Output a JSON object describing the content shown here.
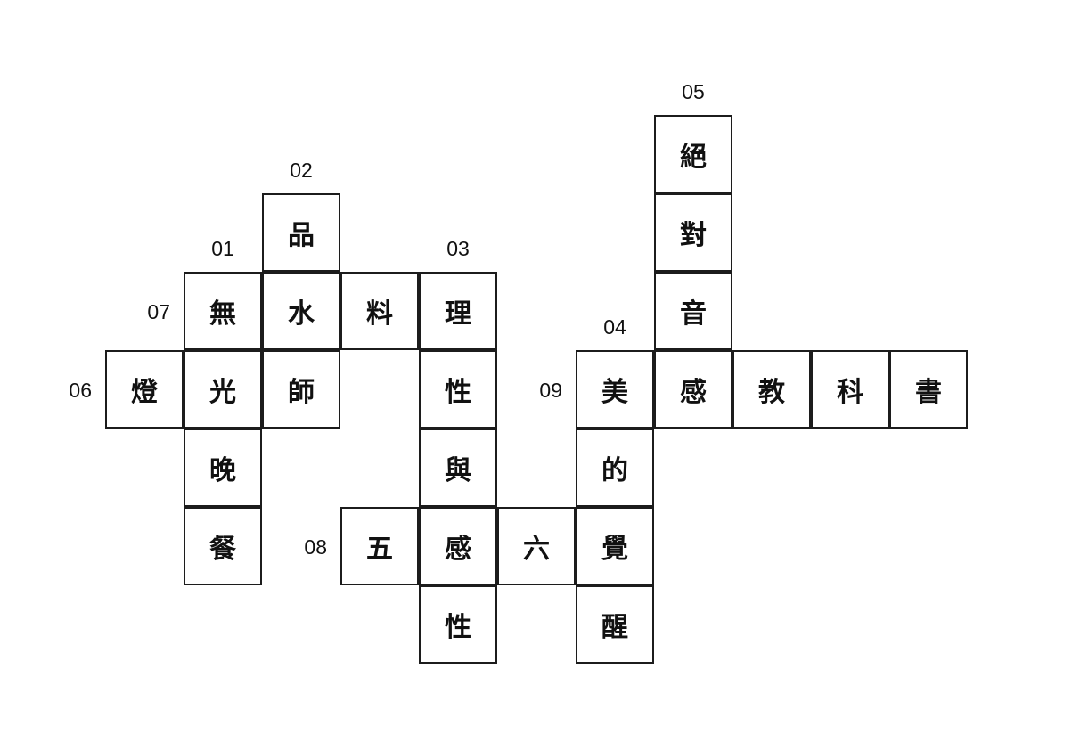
{
  "puzzle": {
    "cells": [
      {
        "r": 0,
        "c": 7,
        "ch": "絕"
      },
      {
        "r": 1,
        "c": 2,
        "ch": "品"
      },
      {
        "r": 1,
        "c": 7,
        "ch": "對"
      },
      {
        "r": 2,
        "c": 1,
        "ch": "無"
      },
      {
        "r": 2,
        "c": 2,
        "ch": "水"
      },
      {
        "r": 2,
        "c": 3,
        "ch": "料"
      },
      {
        "r": 2,
        "c": 4,
        "ch": "理"
      },
      {
        "r": 2,
        "c": 7,
        "ch": "音"
      },
      {
        "r": 3,
        "c": 0,
        "ch": "燈"
      },
      {
        "r": 3,
        "c": 1,
        "ch": "光"
      },
      {
        "r": 3,
        "c": 2,
        "ch": "師"
      },
      {
        "r": 3,
        "c": 4,
        "ch": "性"
      },
      {
        "r": 3,
        "c": 6,
        "ch": "美"
      },
      {
        "r": 3,
        "c": 7,
        "ch": "感"
      },
      {
        "r": 3,
        "c": 8,
        "ch": "教"
      },
      {
        "r": 3,
        "c": 9,
        "ch": "科"
      },
      {
        "r": 3,
        "c": 10,
        "ch": "書"
      },
      {
        "r": 4,
        "c": 1,
        "ch": "晚"
      },
      {
        "r": 4,
        "c": 4,
        "ch": "與"
      },
      {
        "r": 4,
        "c": 6,
        "ch": "的"
      },
      {
        "r": 5,
        "c": 1,
        "ch": "餐"
      },
      {
        "r": 5,
        "c": 3,
        "ch": "五"
      },
      {
        "r": 5,
        "c": 4,
        "ch": "感"
      },
      {
        "r": 5,
        "c": 5,
        "ch": "六"
      },
      {
        "r": 5,
        "c": 6,
        "ch": "覺"
      },
      {
        "r": 6,
        "c": 4,
        "ch": "性"
      },
      {
        "r": 6,
        "c": 6,
        "ch": "醒"
      }
    ],
    "numbers": [
      {
        "label": "01",
        "r": 2,
        "c": 1,
        "pos": "above"
      },
      {
        "label": "02",
        "r": 1,
        "c": 2,
        "pos": "above"
      },
      {
        "label": "03",
        "r": 2,
        "c": 4,
        "pos": "above"
      },
      {
        "label": "04",
        "r": 3,
        "c": 6,
        "pos": "above"
      },
      {
        "label": "05",
        "r": 0,
        "c": 7,
        "pos": "above"
      },
      {
        "label": "06",
        "r": 3,
        "c": 0,
        "pos": "left"
      },
      {
        "label": "07",
        "r": 2,
        "c": 1,
        "pos": "left"
      },
      {
        "label": "08",
        "r": 5,
        "c": 3,
        "pos": "left"
      },
      {
        "label": "09",
        "r": 3,
        "c": 6,
        "pos": "left"
      }
    ],
    "colors": {
      "border": "#1c1c1c",
      "text": "#111111",
      "background": "#ffffff"
    }
  }
}
